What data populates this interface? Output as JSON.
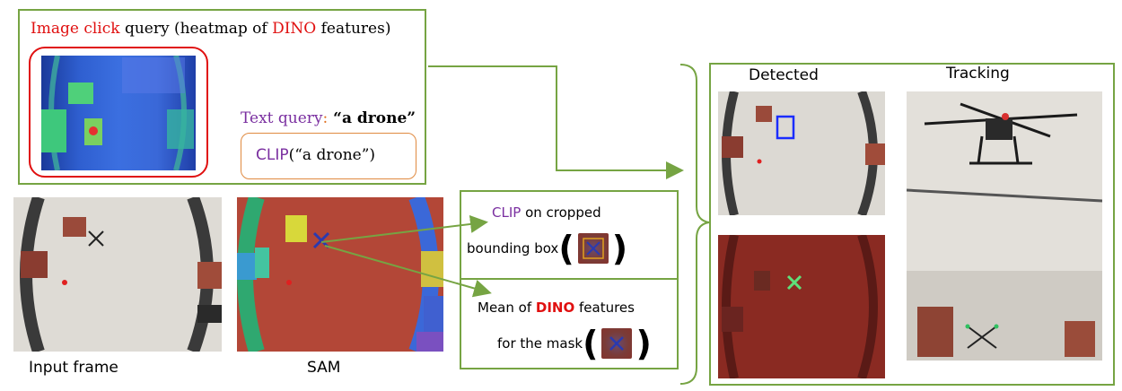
{
  "top_panel": {
    "title_click": "Image click",
    "title_rest": " query (heatmap of ",
    "title_dino": "DINO",
    "title_end": " features)",
    "text_query_label": "Text query",
    "text_query_colon": ":",
    "text_query_value": " “a drone”",
    "clip_call_name": "CLIP",
    "clip_call_arg": "(“a drone”)"
  },
  "captions": {
    "input_frame": "Input frame",
    "sam": "SAM"
  },
  "middle_panel": {
    "clip_word": "CLIP",
    "clip_rest": " on cropped",
    "bbox_text": "bounding box",
    "mean_prefix": "Mean of ",
    "mean_dino": "DINO",
    "mean_suffix": " features",
    "mask_text": "for the mask",
    "paren_open": "(",
    "paren_close": ")"
  },
  "result_panel": {
    "detected": "Detected",
    "tracking": "Tracking"
  },
  "colors": {
    "panel_border": "#76a443",
    "highlight_red": "#e01010",
    "clip_purple": "#7a2fa0",
    "detect_box": "#1a2cff",
    "mask_overlay": "#8a2a22"
  }
}
